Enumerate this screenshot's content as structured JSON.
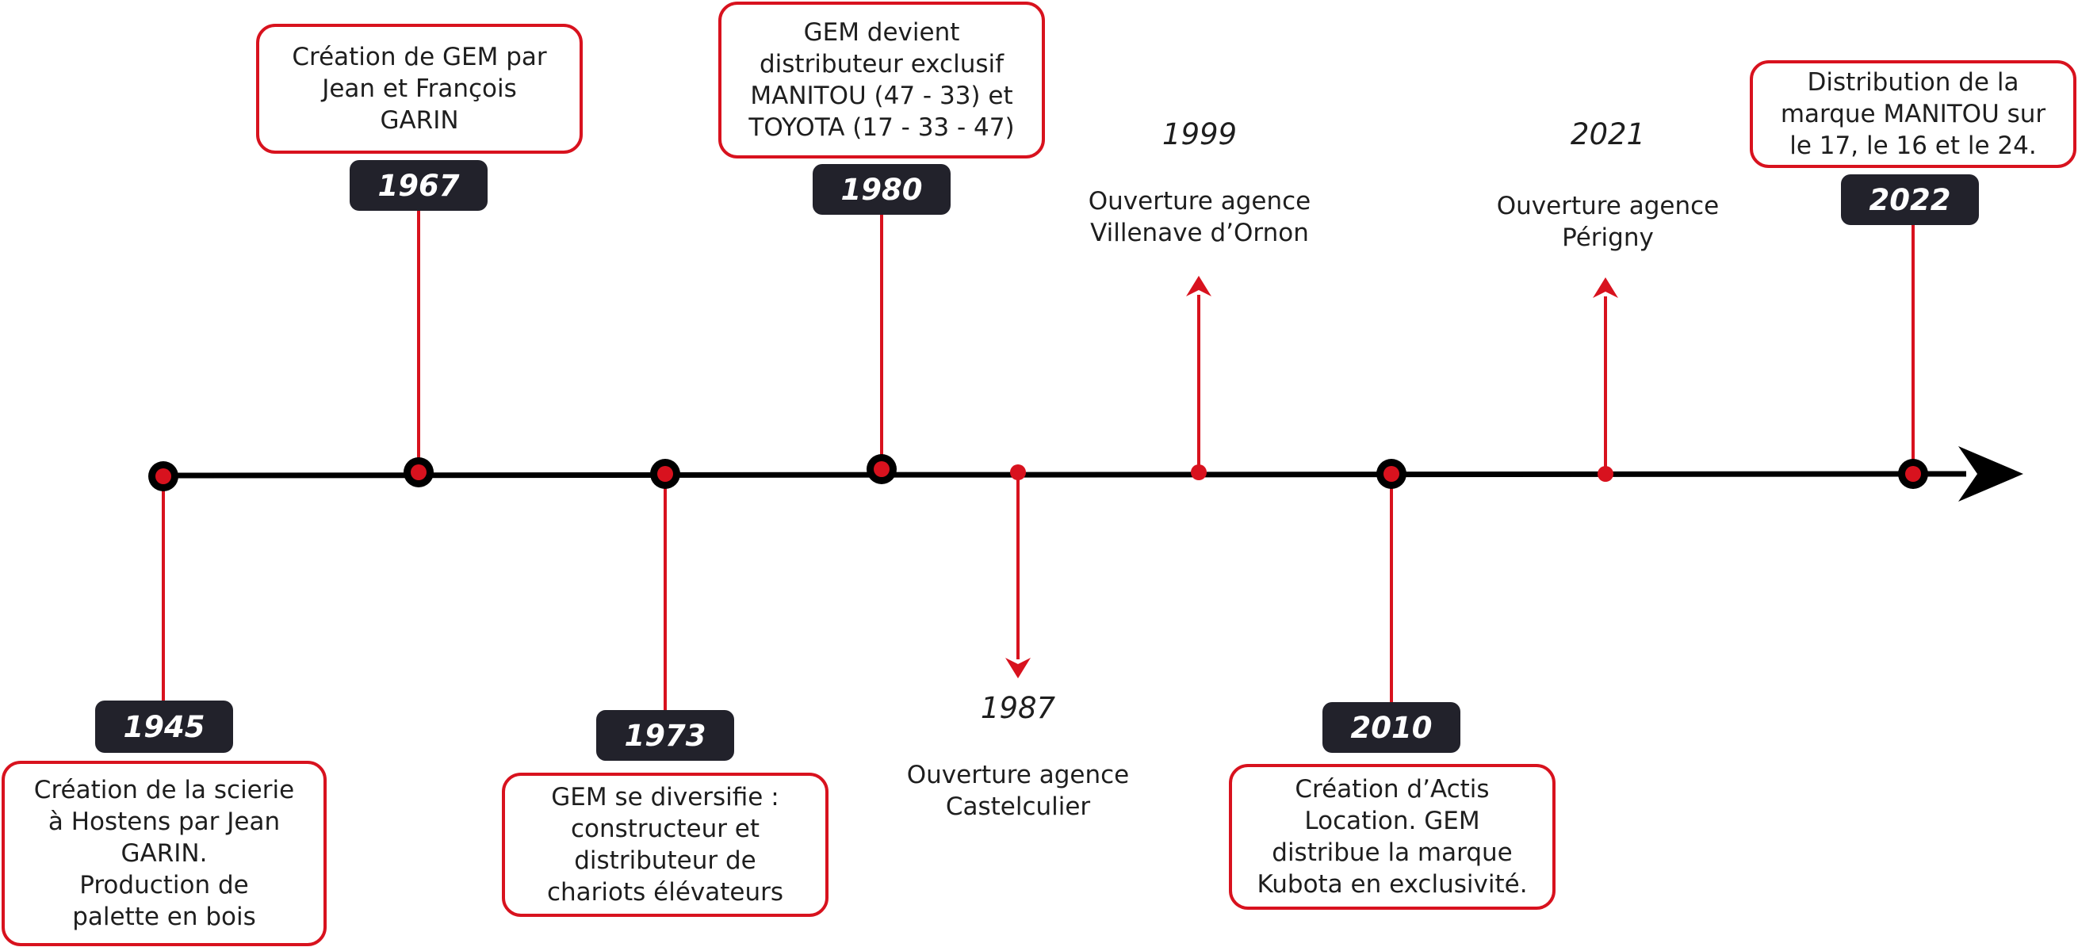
{
  "timeline": {
    "colors": {
      "accent": "#d8121e",
      "axis": "#000000",
      "badge": "#22222b"
    },
    "events": [
      {
        "id": "1945",
        "year": "1945",
        "lines": [
          "Création de la scierie",
          "à Hostens par Jean",
          "GARIN.",
          "Production de",
          "palette en bois"
        ]
      },
      {
        "id": "1967",
        "year": "1967",
        "lines": [
          "Création de GEM par",
          "Jean et François",
          "GARIN"
        ]
      },
      {
        "id": "1973",
        "year": "1973",
        "lines": [
          "GEM se diversifie :",
          "constructeur et",
          "distributeur de",
          "chariots élévateurs"
        ]
      },
      {
        "id": "1980",
        "year": "1980",
        "lines": [
          "GEM devient",
          "distributeur exclusif",
          "MANITOU (47 - 33) et",
          "TOYOTA (17 - 33 - 47)"
        ]
      },
      {
        "id": "1987",
        "year": "1987",
        "lines": [
          "Ouverture agence",
          "Castelculier"
        ]
      },
      {
        "id": "1999",
        "year": "1999",
        "lines": [
          "Ouverture agence",
          "Villenave d’Ornon"
        ]
      },
      {
        "id": "2010",
        "year": "2010",
        "lines": [
          "Création d’Actis",
          "Location. GEM",
          "distribue la marque",
          "Kubota en exclusivité."
        ]
      },
      {
        "id": "2021",
        "year": "2021",
        "lines": [
          "Ouverture agence",
          "Périgny"
        ]
      },
      {
        "id": "2022",
        "year": "2022",
        "lines": [
          "Distribution de la",
          "marque MANITOU sur",
          "le 17, le 16 et le 24."
        ]
      }
    ]
  }
}
